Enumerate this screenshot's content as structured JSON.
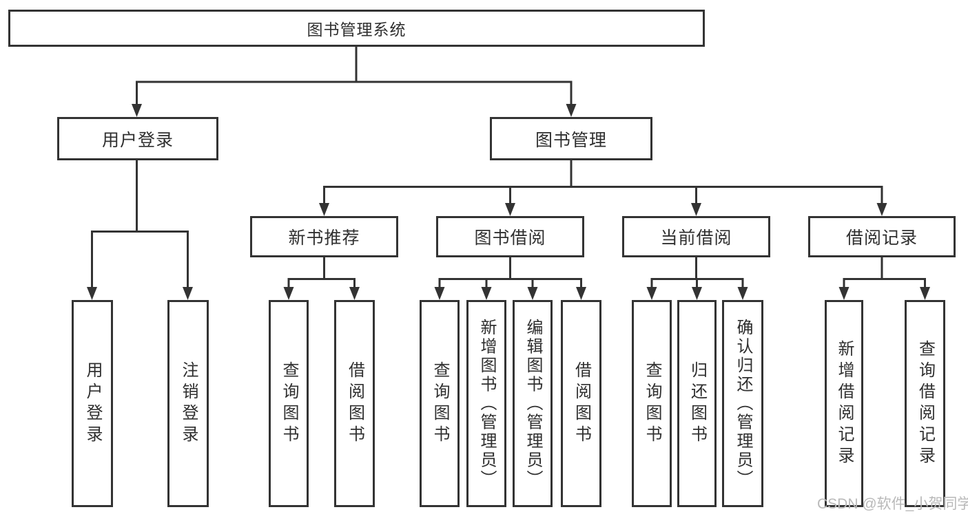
{
  "nodes": {
    "root": "图书管理系统",
    "level2": [
      "用户登录",
      "图书管理"
    ],
    "level3": [
      "新书推荐",
      "图书借阅",
      "当前借阅",
      "借阅记录"
    ],
    "leaves": {
      "user_login": [
        "用户登录",
        "注销登录"
      ],
      "new_book_recommend": [
        "查询图书",
        "借阅图书"
      ],
      "book_borrow": [
        "查询图书",
        "新增图书（管理员）",
        "编辑图书（管理员）",
        "借阅图书"
      ],
      "current_borrow": [
        "查询图书",
        "归还图书",
        "确认归还（管理员）"
      ],
      "borrow_record": [
        "新增借阅记录",
        "查询借阅记录"
      ]
    }
  },
  "watermark": "CSDN @软件_小贺同学",
  "colors": {
    "line": "#333333",
    "border": "#333333",
    "text": "#2f2f2f",
    "watermark": "#b9b9b9",
    "background": "#ffffff"
  }
}
